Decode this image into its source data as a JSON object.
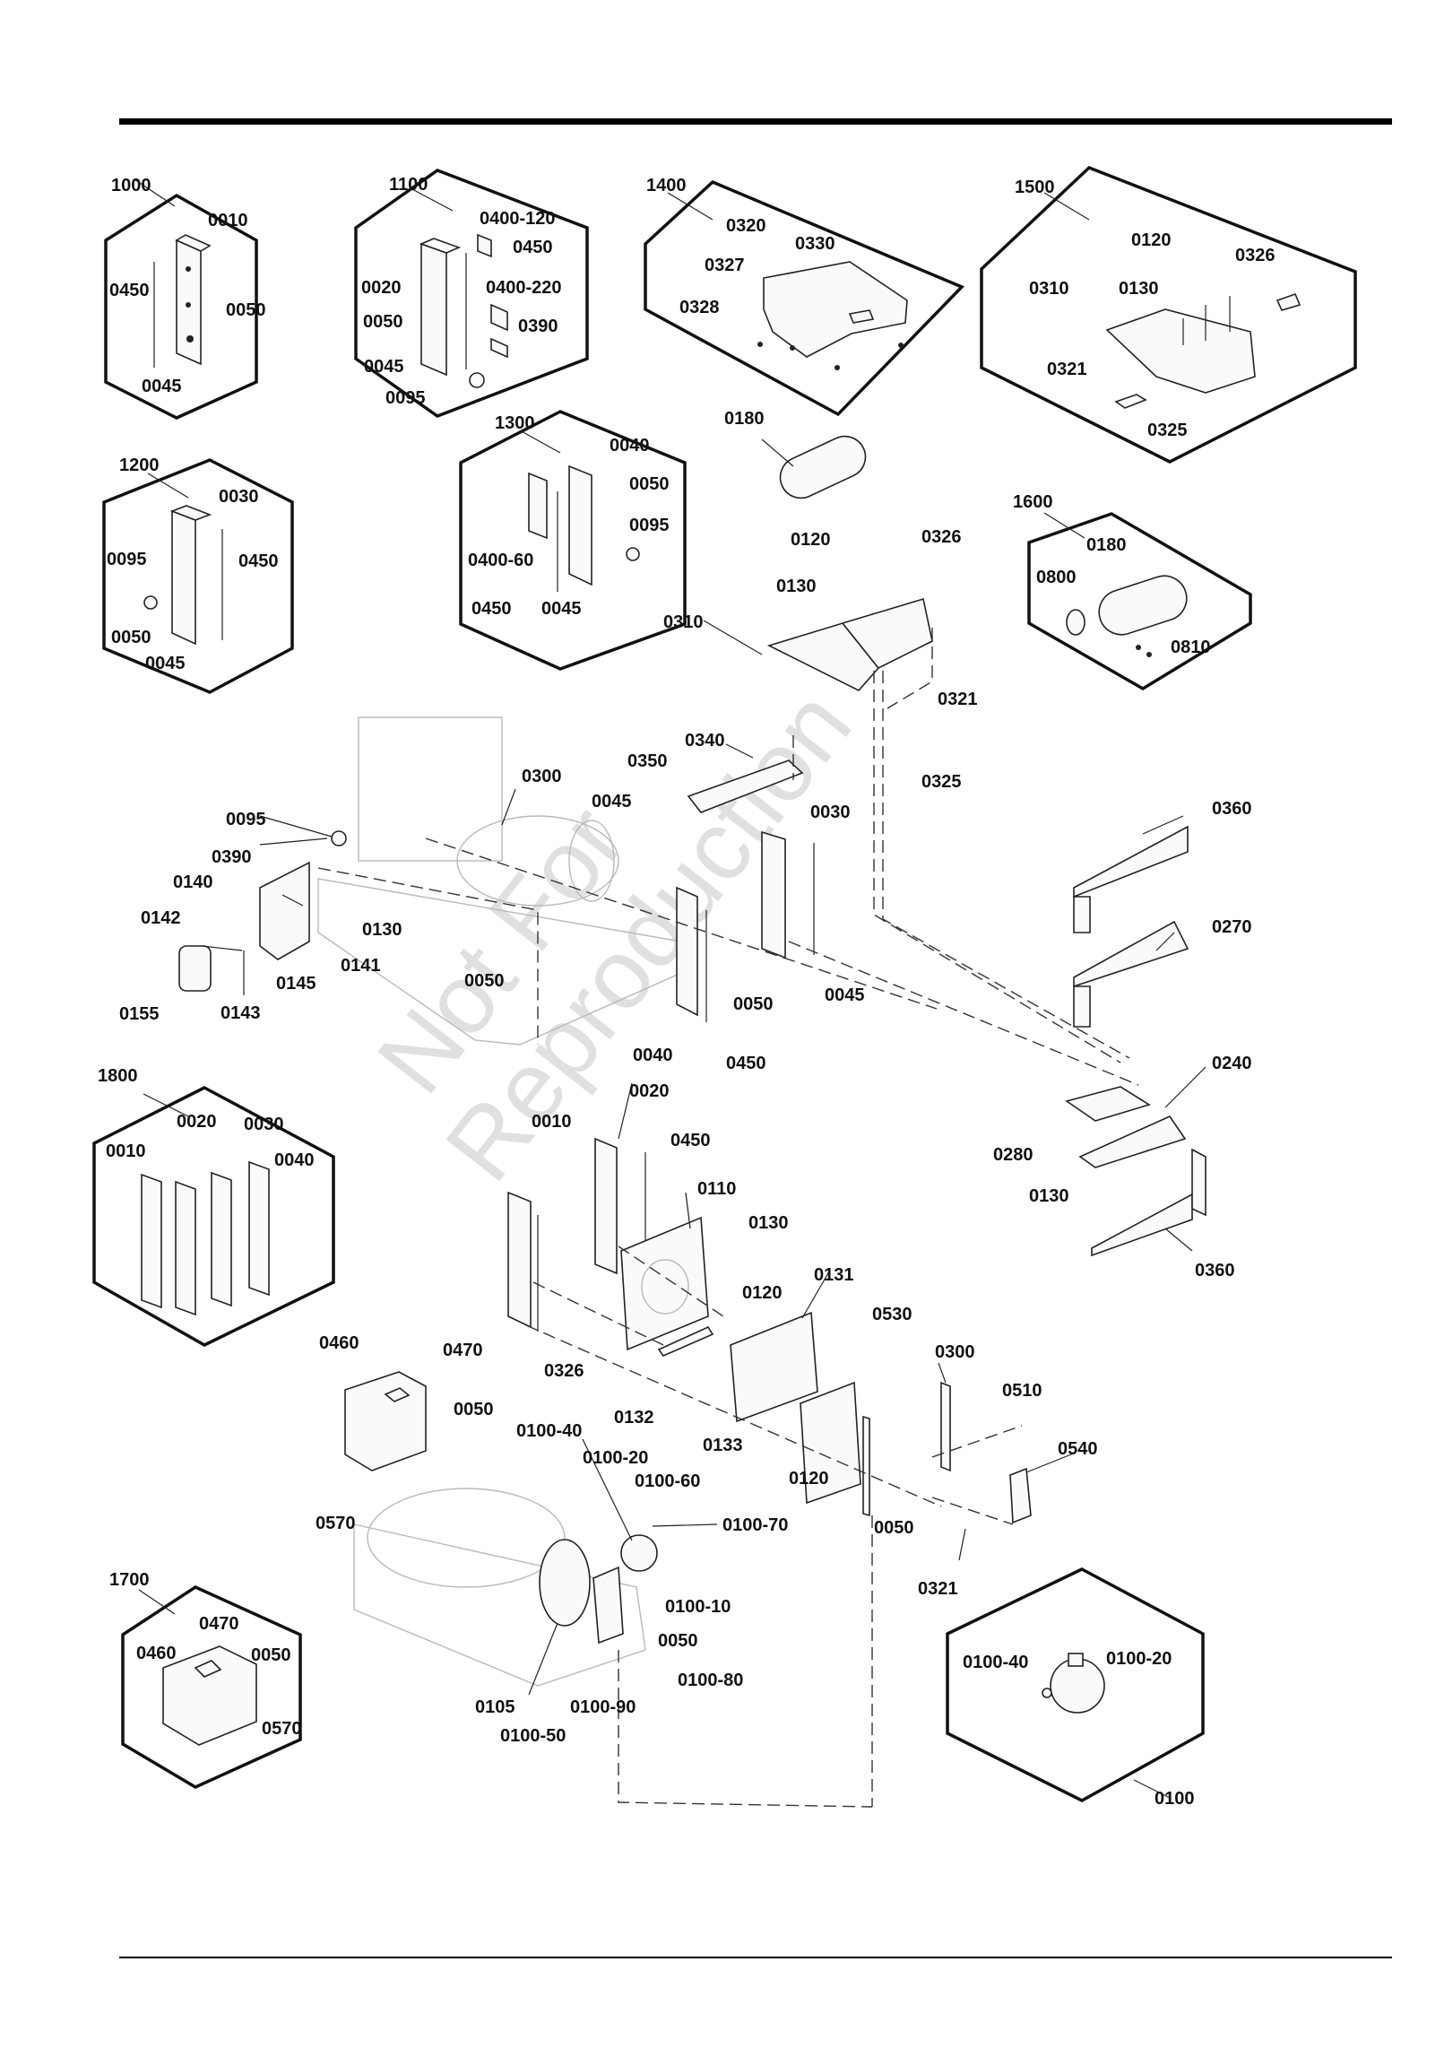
{
  "labels": [
    {
      "id": "lbl-1000",
      "text": "1000"
    },
    {
      "id": "lbl-1000-0010",
      "text": "0010"
    },
    {
      "id": "lbl-1000-0450",
      "text": "0450"
    },
    {
      "id": "lbl-1000-0050",
      "text": "0050"
    },
    {
      "id": "lbl-1000-0045",
      "text": "0045"
    },
    {
      "id": "lbl-1100",
      "text": "1100"
    },
    {
      "id": "lbl-1100-0400-120",
      "text": "0400-120"
    },
    {
      "id": "lbl-1100-0450",
      "text": "0450"
    },
    {
      "id": "lbl-1100-0020",
      "text": "0020"
    },
    {
      "id": "lbl-1100-0400-220",
      "text": "0400-220"
    },
    {
      "id": "lbl-1100-0050",
      "text": "0050"
    },
    {
      "id": "lbl-1100-0390",
      "text": "0390"
    },
    {
      "id": "lbl-1100-0045",
      "text": "0045"
    },
    {
      "id": "lbl-1100-0095",
      "text": "0095"
    },
    {
      "id": "lbl-1400",
      "text": "1400"
    },
    {
      "id": "lbl-1400-0320",
      "text": "0320"
    },
    {
      "id": "lbl-1400-0330",
      "text": "0330"
    },
    {
      "id": "lbl-1400-0327",
      "text": "0327"
    },
    {
      "id": "lbl-1400-0328",
      "text": "0328"
    },
    {
      "id": "lbl-1500",
      "text": "1500"
    },
    {
      "id": "lbl-1500-0120",
      "text": "0120"
    },
    {
      "id": "lbl-1500-0326",
      "text": "0326"
    },
    {
      "id": "lbl-1500-0310",
      "text": "0310"
    },
    {
      "id": "lbl-1500-0130",
      "text": "0130"
    },
    {
      "id": "lbl-1500-0321",
      "text": "0321"
    },
    {
      "id": "lbl-1500-0325",
      "text": "0325"
    },
    {
      "id": "lbl-1200",
      "text": "1200"
    },
    {
      "id": "lbl-1200-0030",
      "text": "0030"
    },
    {
      "id": "lbl-1200-0095",
      "text": "0095"
    },
    {
      "id": "lbl-1200-0450",
      "text": "0450"
    },
    {
      "id": "lbl-1200-0050",
      "text": "0050"
    },
    {
      "id": "lbl-1200-0045",
      "text": "0045"
    },
    {
      "id": "lbl-1300",
      "text": "1300"
    },
    {
      "id": "lbl-1300-0040",
      "text": "0040"
    },
    {
      "id": "lbl-1300-0050",
      "text": "0050"
    },
    {
      "id": "lbl-1300-0095",
      "text": "0095"
    },
    {
      "id": "lbl-1300-0400-60",
      "text": "0400-60"
    },
    {
      "id": "lbl-1300-0450",
      "text": "0450"
    },
    {
      "id": "lbl-1300-0045",
      "text": "0045"
    },
    {
      "id": "lbl-main-0180",
      "text": "0180"
    },
    {
      "id": "lbl-main-0120a",
      "text": "0120"
    },
    {
      "id": "lbl-main-0326a",
      "text": "0326"
    },
    {
      "id": "lbl-main-0130a",
      "text": "0130"
    },
    {
      "id": "lbl-main-0310",
      "text": "0310"
    },
    {
      "id": "lbl-main-0321a",
      "text": "0321"
    },
    {
      "id": "lbl-main-0325",
      "text": "0325"
    },
    {
      "id": "lbl-1600",
      "text": "1600"
    },
    {
      "id": "lbl-1600-0180",
      "text": "0180"
    },
    {
      "id": "lbl-1600-0800",
      "text": "0800"
    },
    {
      "id": "lbl-1600-0810",
      "text": "0810"
    },
    {
      "id": "lbl-main-0340",
      "text": "0340"
    },
    {
      "id": "lbl-main-0350",
      "text": "0350"
    },
    {
      "id": "lbl-main-0045a",
      "text": "0045"
    },
    {
      "id": "lbl-main-0030",
      "text": "0030"
    },
    {
      "id": "lbl-main-0300a",
      "text": "0300"
    },
    {
      "id": "lbl-main-0095",
      "text": "0095"
    },
    {
      "id": "lbl-main-0390",
      "text": "0390"
    },
    {
      "id": "lbl-main-0140",
      "text": "0140"
    },
    {
      "id": "lbl-main-0142",
      "text": "0142"
    },
    {
      "id": "lbl-main-0130b",
      "text": "0130"
    },
    {
      "id": "lbl-main-0145",
      "text": "0145"
    },
    {
      "id": "lbl-main-0141",
      "text": "0141"
    },
    {
      "id": "lbl-main-0050a",
      "text": "0050"
    },
    {
      "id": "lbl-main-0155",
      "text": "0155"
    },
    {
      "id": "lbl-main-0143",
      "text": "0143"
    },
    {
      "id": "lbl-main-0050b",
      "text": "0050"
    },
    {
      "id": "lbl-main-0045b",
      "text": "0045"
    },
    {
      "id": "lbl-main-0040",
      "text": "0040"
    },
    {
      "id": "lbl-main-0450a",
      "text": "0450"
    },
    {
      "id": "lbl-main-0360a",
      "text": "0360"
    },
    {
      "id": "lbl-main-0270",
      "text": "0270"
    },
    {
      "id": "lbl-main-0240",
      "text": "0240"
    },
    {
      "id": "lbl-main-0280",
      "text": "0280"
    },
    {
      "id": "lbl-main-0130c",
      "text": "0130"
    },
    {
      "id": "lbl-main-0360b",
      "text": "0360"
    },
    {
      "id": "lbl-1800",
      "text": "1800"
    },
    {
      "id": "lbl-1800-0010",
      "text": "0010"
    },
    {
      "id": "lbl-1800-0020",
      "text": "0020"
    },
    {
      "id": "lbl-1800-0030",
      "text": "0030"
    },
    {
      "id": "lbl-1800-0040",
      "text": "0040"
    },
    {
      "id": "lbl-main-0010",
      "text": "0010"
    },
    {
      "id": "lbl-main-0020",
      "text": "0020"
    },
    {
      "id": "lbl-main-0450b",
      "text": "0450"
    },
    {
      "id": "lbl-main-0110",
      "text": "0110"
    },
    {
      "id": "lbl-main-0130d",
      "text": "0130"
    },
    {
      "id": "lbl-main-0131",
      "text": "0131"
    },
    {
      "id": "lbl-main-0120b",
      "text": "0120"
    },
    {
      "id": "lbl-main-0530",
      "text": "0530"
    },
    {
      "id": "lbl-main-0326b",
      "text": "0326"
    },
    {
      "id": "lbl-main-0132",
      "text": "0132"
    },
    {
      "id": "lbl-main-0133",
      "text": "0133"
    },
    {
      "id": "lbl-main-0300b",
      "text": "0300"
    },
    {
      "id": "lbl-main-0510",
      "text": "0510"
    },
    {
      "id": "lbl-main-0540",
      "text": "0540"
    },
    {
      "id": "lbl-main-0120c",
      "text": "0120"
    },
    {
      "id": "lbl-main-0050c",
      "text": "0050"
    },
    {
      "id": "lbl-main-0321b",
      "text": "0321"
    },
    {
      "id": "lbl-main-0460",
      "text": "0460"
    },
    {
      "id": "lbl-main-0470",
      "text": "0470"
    },
    {
      "id": "lbl-main-0050d",
      "text": "0050"
    },
    {
      "id": "lbl-main-0570",
      "text": "0570"
    },
    {
      "id": "lbl-main-0100-40",
      "text": "0100-40"
    },
    {
      "id": "lbl-main-0100-20",
      "text": "0100-20"
    },
    {
      "id": "lbl-main-0100-60",
      "text": "0100-60"
    },
    {
      "id": "lbl-main-0100-70",
      "text": "0100-70"
    },
    {
      "id": "lbl-main-0100-10",
      "text": "0100-10"
    },
    {
      "id": "lbl-main-0050e",
      "text": "0050"
    },
    {
      "id": "lbl-main-0100-80",
      "text": "0100-80"
    },
    {
      "id": "lbl-main-0105",
      "text": "0105"
    },
    {
      "id": "lbl-main-0100-90",
      "text": "0100-90"
    },
    {
      "id": "lbl-main-0100-50",
      "text": "0100-50"
    },
    {
      "id": "lbl-1700",
      "text": "1700"
    },
    {
      "id": "lbl-1700-0470",
      "text": "0470"
    },
    {
      "id": "lbl-1700-0460",
      "text": "0460"
    },
    {
      "id": "lbl-1700-0050",
      "text": "0050"
    },
    {
      "id": "lbl-1700-0570",
      "text": "0570"
    },
    {
      "id": "lbl-0100",
      "text": "0100"
    },
    {
      "id": "lbl-0100-0100-40",
      "text": "0100-40"
    },
    {
      "id": "lbl-0100-0100-20",
      "text": "0100-20"
    }
  ],
  "watermark": {
    "line1": "Not For",
    "line2": "Reproduction"
  },
  "colors": {
    "ink": "#111111",
    "ghost": "#b9b9b9",
    "watermark": "#c8c8c8",
    "background": "#ffffff"
  }
}
